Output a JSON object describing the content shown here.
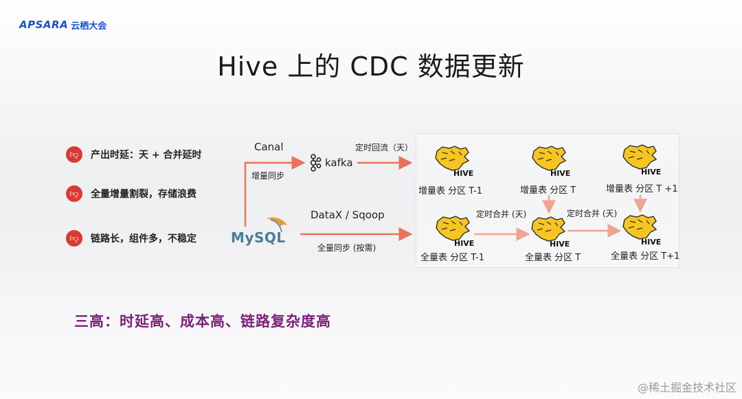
{
  "logo": {
    "brand": "APSARA",
    "brand_cn": "云栖大会"
  },
  "title": "Hive 上的 CDC 数据更新",
  "pain_points": [
    {
      "icon": "thumbs-down-icon",
      "text": "产出时延：天 + 合并延时"
    },
    {
      "icon": "thumbs-down-icon",
      "text": "全量增量割裂，存储浪费"
    },
    {
      "icon": "thumbs-down-icon",
      "text": "链路长，组件多，不稳定"
    }
  ],
  "flow": {
    "canal": "Canal",
    "incr_sync": "增量同步",
    "kafka": "kafka",
    "scheduled_backflow": "定时回流（天）",
    "mysql": "MySQL",
    "datax": "DataX / Sqoop",
    "full_sync": "全量同步 (按需)"
  },
  "hive": {
    "logo_text": "HIVE",
    "incr_tm1": "增量表 分区 T-1",
    "incr_t": "增量表 分区 T",
    "incr_tp1": "增量表 分区 T +1",
    "full_tm1": "全量表 分区 T-1",
    "full_t": "全量表 分区 T",
    "full_tp1": "全量表 分区 T+1",
    "merge1": "定时合并 (天)",
    "merge2": "定时合并 (天)"
  },
  "conclusion": "三高：时延高、成本高、链路复杂度高",
  "watermark": "@稀土掘金技术社区",
  "colors": {
    "arrow": "#e8735a",
    "brand": "#1b50c8",
    "accent": "#7a1f7a",
    "pain": "#d93a33",
    "hive_yellow": "#f6c521"
  }
}
